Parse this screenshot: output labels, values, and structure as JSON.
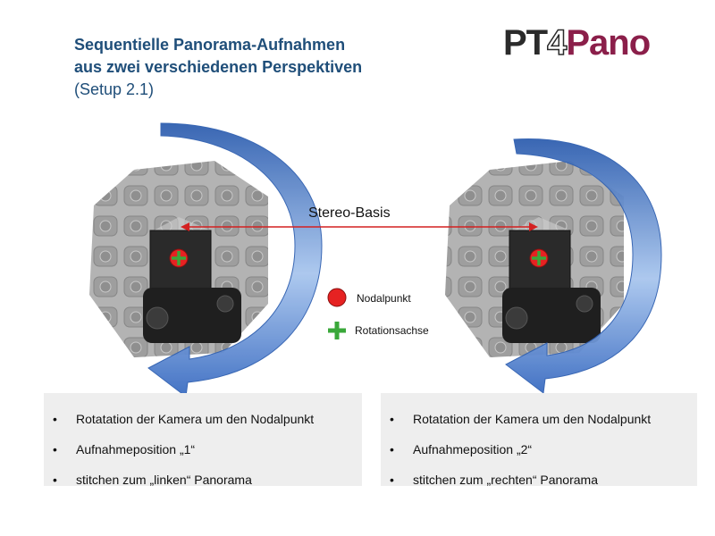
{
  "title": {
    "line1": "Sequentielle Panorama-Aufnahmen",
    "line2": "aus zwei verschiedenen Perspektiven",
    "line3": "(Setup 2.1)"
  },
  "logo": {
    "pt": "PT",
    "four": "4",
    "pano": "Pano"
  },
  "diagram": {
    "baseline_label": "Stereo-Basis",
    "legend": {
      "nodal_point": "Nodalpunkt",
      "rotation_axis": "Rotationsachse"
    }
  },
  "colors": {
    "title": "#1f4e79",
    "logo_accent": "#8b1f4a",
    "arrow_blue": "#4a78c4",
    "baseline_red": "#d42020",
    "nodal_red": "#e62222",
    "axis_green": "#3aa83a",
    "panel_bg": "#eeeeee"
  },
  "panels": [
    {
      "items": [
        "Rotatation der Kamera um den Nodalpunkt",
        "Aufnahmeposition „1“",
        "stitchen zum „linken“ Panorama"
      ]
    },
    {
      "items": [
        "Rotatation der Kamera um den Nodalpunkt",
        "Aufnahmeposition „2“",
        "stitchen zum „rechten“ Panorama"
      ]
    }
  ]
}
